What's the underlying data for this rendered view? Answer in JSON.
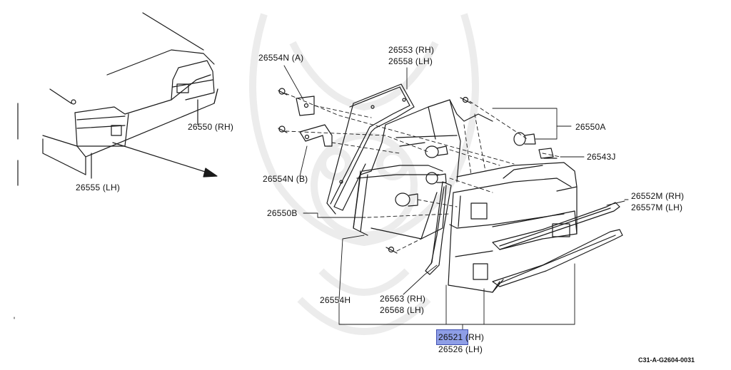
{
  "diagram": {
    "labels": {
      "l_26554N_A": "26554N (A)",
      "l_26553": "26553 (RH)",
      "l_26558": "26558 (LH)",
      "l_26550RH": "26550 (RH)",
      "l_26550A": "26550A",
      "l_26543J": "26543J",
      "l_26554N_B": "26554N (B)",
      "l_26555": "26555 (LH)",
      "l_26552M": "26552M (RH)",
      "l_26557M": "26557M (LH)",
      "l_26550B": "26550B",
      "l_26554H": "26554H",
      "l_26563": "26563 (RH)",
      "l_26568": "26568 (LH)",
      "l_26521": "26521 (RH)",
      "l_26526": "26526 (LH)"
    },
    "highlighted_part": "26521",
    "diagram_code": "C31-A-G2604-0031"
  },
  "colors": {
    "line": "#1a1a1a",
    "highlight": "#8e9ee6",
    "watermark": "#ececec"
  }
}
